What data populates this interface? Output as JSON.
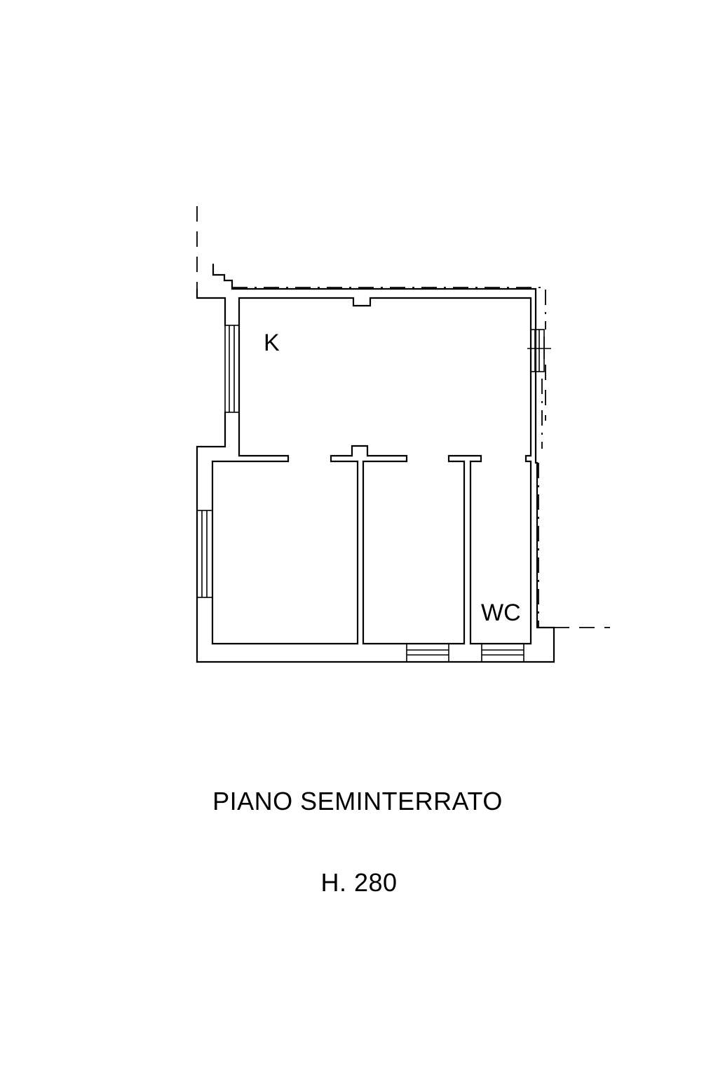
{
  "plan": {
    "rooms": {
      "kitchen_label": "K",
      "wc_label": "WC"
    }
  },
  "caption": {
    "title": "PIANO SEMINTERRATO",
    "height": "H. 280"
  },
  "colors": {
    "line": "#000000",
    "background": "#ffffff"
  }
}
